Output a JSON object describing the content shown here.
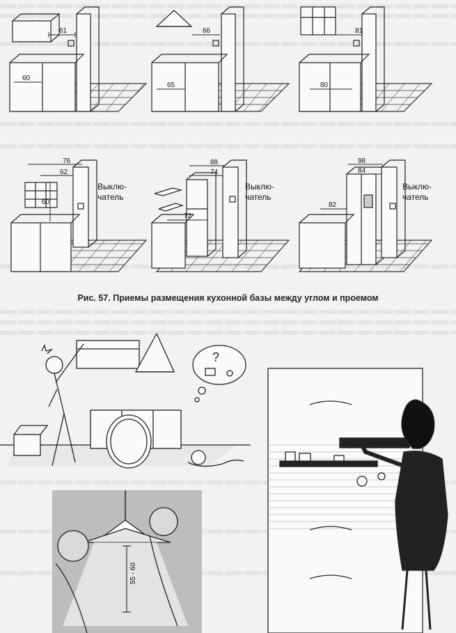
{
  "top_row": {
    "panel1": {
      "dim_top": "61",
      "dim_bottom": "60"
    },
    "panel2": {
      "dim_top": "66",
      "dim_bottom": "65"
    },
    "panel3": {
      "dim_top": "81",
      "dim_bottom": "80"
    }
  },
  "bottom_row": {
    "panel1": {
      "dim_a": "76",
      "dim_b": "62",
      "dim_c": "60",
      "switch_label_1": "Выклю-",
      "switch_label_2": "чатель"
    },
    "panel2": {
      "dim_a": "88",
      "dim_b": "74",
      "dim_c": "72",
      "switch_label_1": "Выклю-",
      "switch_label_2": "чатель"
    },
    "panel3": {
      "dim_a": "98",
      "dim_b": "84",
      "dim_c": "82",
      "switch_label_1": "Выклю-",
      "switch_label_2": "чатель"
    }
  },
  "caption": "Рис. 57. Приемы размещения кухонной базы между углом и проемом",
  "lamp_dimension": "55 - 60"
}
